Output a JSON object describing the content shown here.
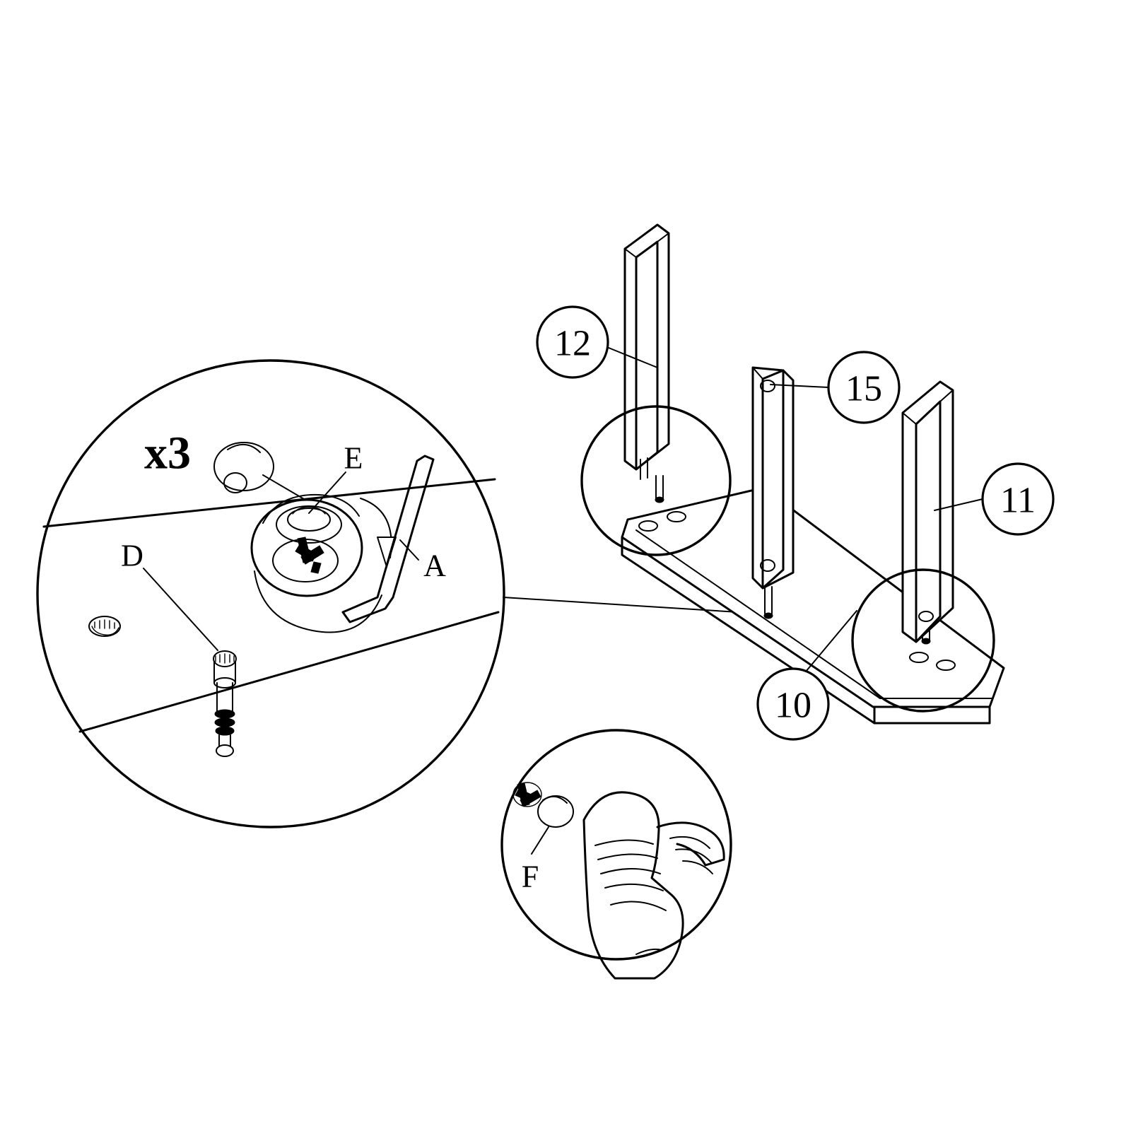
{
  "page": {
    "title": "Furniture Assembly Step Diagram",
    "background_color": "#ffffff",
    "line_color": "#000000"
  },
  "detail_view": {
    "name": "cam-lock-detail",
    "quantity_label": "x3",
    "part_labels": [
      {
        "id": "D",
        "text": "D",
        "description": "cam-bolt-dowel"
      },
      {
        "id": "E",
        "text": "E",
        "description": "cam-lock-disc"
      },
      {
        "id": "A",
        "text": "A",
        "description": "allen-key"
      }
    ]
  },
  "hand_view": {
    "name": "cover-cap-detail",
    "part_labels": [
      {
        "id": "F",
        "text": "F",
        "description": "cover-cap"
      }
    ]
  },
  "assembly": {
    "name": "panel-assembly",
    "callouts": [
      {
        "id": "12",
        "text": "12",
        "description": "left-vertical-panel"
      },
      {
        "id": "15",
        "text": "15",
        "description": "center-divider-panel"
      },
      {
        "id": "11",
        "text": "11",
        "description": "right-vertical-panel"
      },
      {
        "id": "10",
        "text": "10",
        "description": "bottom-base-panel"
      }
    ]
  }
}
